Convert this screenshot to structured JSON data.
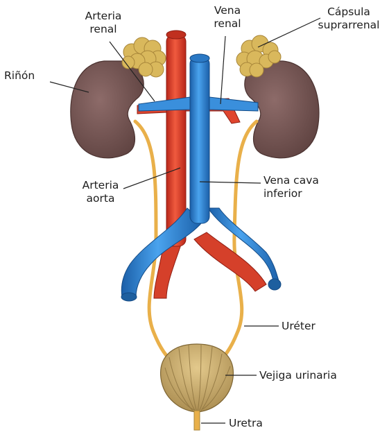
{
  "diagram": {
    "labels": {
      "kidney": "Riñón",
      "renal_artery_1": "Arteria",
      "renal_artery_2": "renal",
      "renal_vein_1": "Vena",
      "renal_vein_2": "renal",
      "adrenal_1": "Cápsula",
      "adrenal_2": "suprarrenal",
      "aorta_1": "Arteria",
      "aorta_2": "aorta",
      "vena_cava_1": "Vena cava",
      "vena_cava_2": "inferior",
      "ureter": "Uréter",
      "bladder": "Vejiga urinaria",
      "urethra": "Uretra"
    },
    "colors": {
      "kidney": "#7a5a58",
      "adrenal": "#d9b85c",
      "artery": "#e0452e",
      "vein": "#2f86d6",
      "ureter": "#e9b04a",
      "bladder": "#c9a867",
      "leader": "#222222"
    }
  }
}
